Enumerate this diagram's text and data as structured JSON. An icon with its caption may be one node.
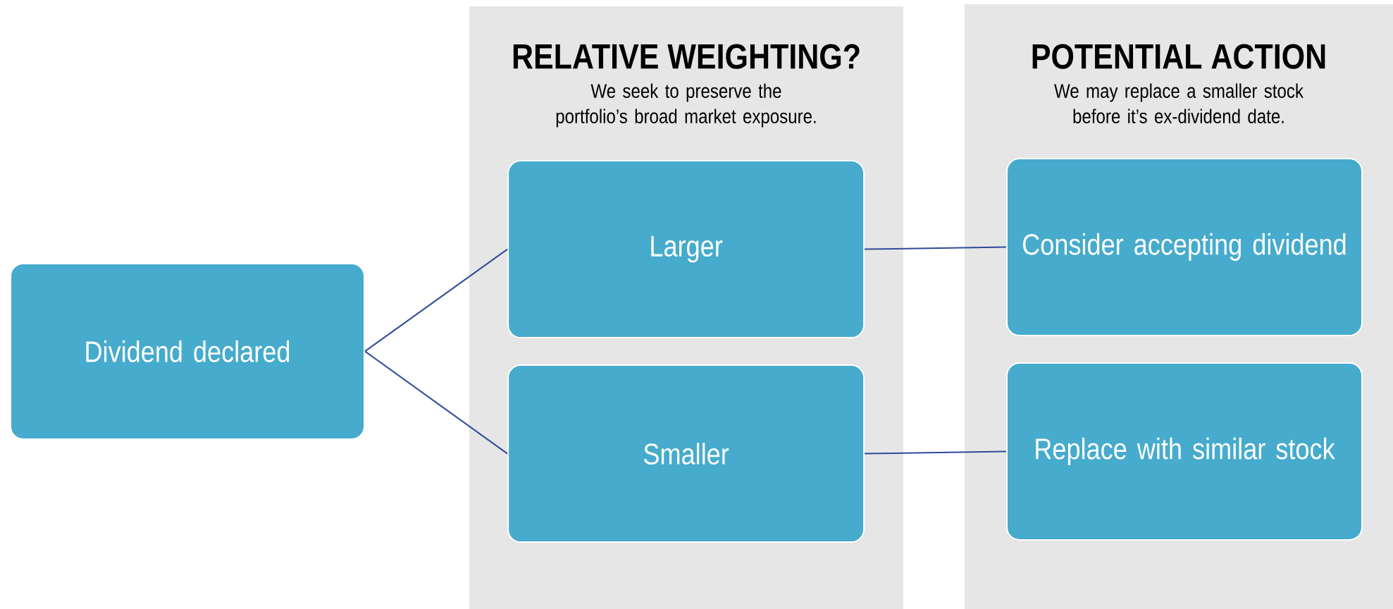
{
  "diagram": {
    "nodes": [
      {
        "text": [
          "Dividend declared"
        ]
      },
      {
        "text": [
          "RELATIVE WEIGHTING?",
          "We seek to preserve the portfolio’s broad market exposure."
        ]
      },
      {
        "text": [
          "Larger"
        ],
        "in": 1
      },
      {
        "text": [
          "Smaller"
        ],
        "in": 1
      },
      {
        "text": [
          "POTENTIAL ACTION",
          "We may replace a smaller stock before it’s ex-dividend date."
        ]
      },
      {
        "text": [
          "Consider accepting dividend"
        ],
        "in": 4
      },
      {
        "text": [
          "Replace with similar stock"
        ],
        "in": 4
      }
    ],
    "edges": [
      {
        "from": 0,
        "to": 2,
        "arrow": "none"
      },
      {
        "from": 0,
        "to": 3,
        "arrow": "none"
      },
      {
        "from": 2,
        "to": 5,
        "arrow": "none"
      },
      {
        "from": 3,
        "to": 6,
        "arrow": "none"
      }
    ]
  }
}
